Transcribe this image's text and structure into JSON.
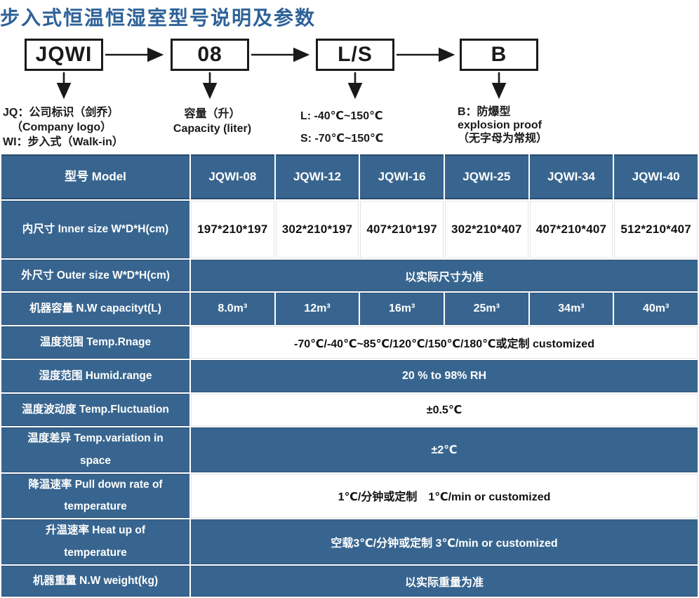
{
  "title": "步入式恒温恒湿室型号说明及参数",
  "colors": {
    "title_blue": "#2e6298",
    "table_blue": "#38658f",
    "border_navy": "#1b3a5f",
    "text_dark": "#1a1a1a"
  },
  "diagram": {
    "boxes": [
      {
        "label": "JQWI",
        "desc_lines": [
          "JQ：公司标识（剑乔）",
          "（Company logo）",
          "WI：步入式（Walk-in）"
        ]
      },
      {
        "label": "08",
        "desc_lines": [
          "容量（升）",
          "Capacity (liter)"
        ]
      },
      {
        "label": "L/S",
        "desc_lines": [
          "L: -40℃~150℃",
          "S: -70℃~150℃"
        ]
      },
      {
        "label": "B",
        "desc_lines": [
          "B：防爆型",
          "explosion proof",
          "（无字母为常规）"
        ]
      }
    ]
  },
  "table": {
    "header_label": "型号 Model",
    "models": [
      "JQWI-08",
      "JQWI-12",
      "JQWI-16",
      "JQWI-25",
      "JQWI-34",
      "JQWI-40"
    ],
    "rows": [
      {
        "label": "内尺寸 Inner size W*D*H(cm)",
        "values": [
          "197*210*197",
          "302*210*197",
          "407*210*197",
          "302*210*407",
          "407*210*407",
          "512*210*407"
        ]
      },
      {
        "label": "外尺寸 Outer size W*D*H(cm)",
        "value": "以实际尺寸为准"
      },
      {
        "label": "机器容量 N.W capacityt(L)",
        "values": [
          "8.0m³",
          "12m³",
          "16m³",
          "25m³",
          "34m³",
          "40m³"
        ]
      },
      {
        "label": "温度范围 Temp.Rnage",
        "value": "-70℃/-40℃~85℃/120℃/150℃/180℃或定制 customized"
      },
      {
        "label": "湿度范围 Humid.range",
        "value": "20 % to 98% RH"
      },
      {
        "label": "温度波动度 Temp.Fluctuation",
        "value": "±0.5℃"
      },
      {
        "label": "温度差异 Temp.variation in\nspace",
        "value": "±2℃"
      },
      {
        "label": "降温速率 Pull down rate of\ntemperature",
        "value": "1℃/分钟或定制　1℃/min or customized"
      },
      {
        "label": "升温速率 Heat up of\ntemperature",
        "value": "空载3℃/分钟或定制 3℃/min or customized"
      },
      {
        "label": "机器重量 N.W weight(kg)",
        "value": "以实际重量为准"
      }
    ]
  }
}
